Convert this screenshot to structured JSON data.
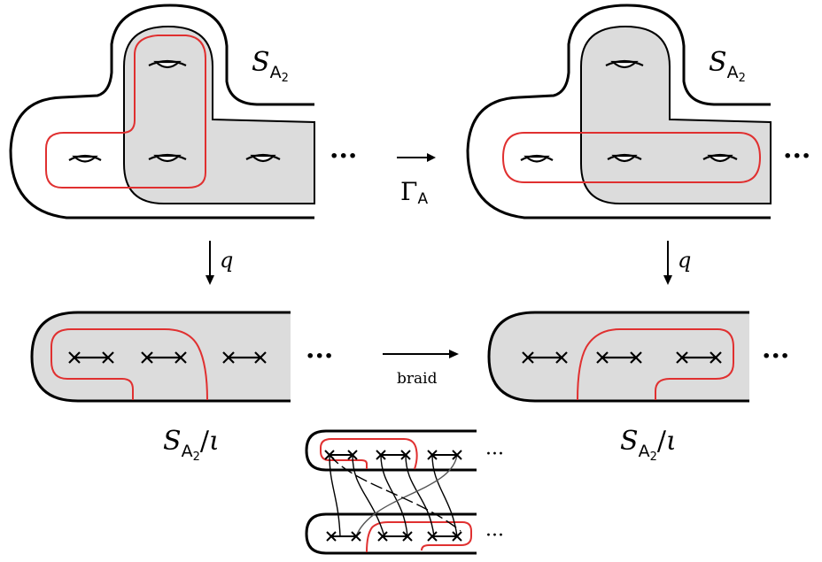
{
  "labels": {
    "surface": "S",
    "surface_sub": "A",
    "surface_subsub": "2",
    "quotient_sep": "/",
    "involution": "ι",
    "map_gamma": "Γ",
    "map_gamma_sub": "A",
    "map_q": "q",
    "map_braid": "braid",
    "ellipsis": "···"
  },
  "colors": {
    "curve": "#e03030",
    "region": "#dcdcdc",
    "stroke": "#000000"
  }
}
